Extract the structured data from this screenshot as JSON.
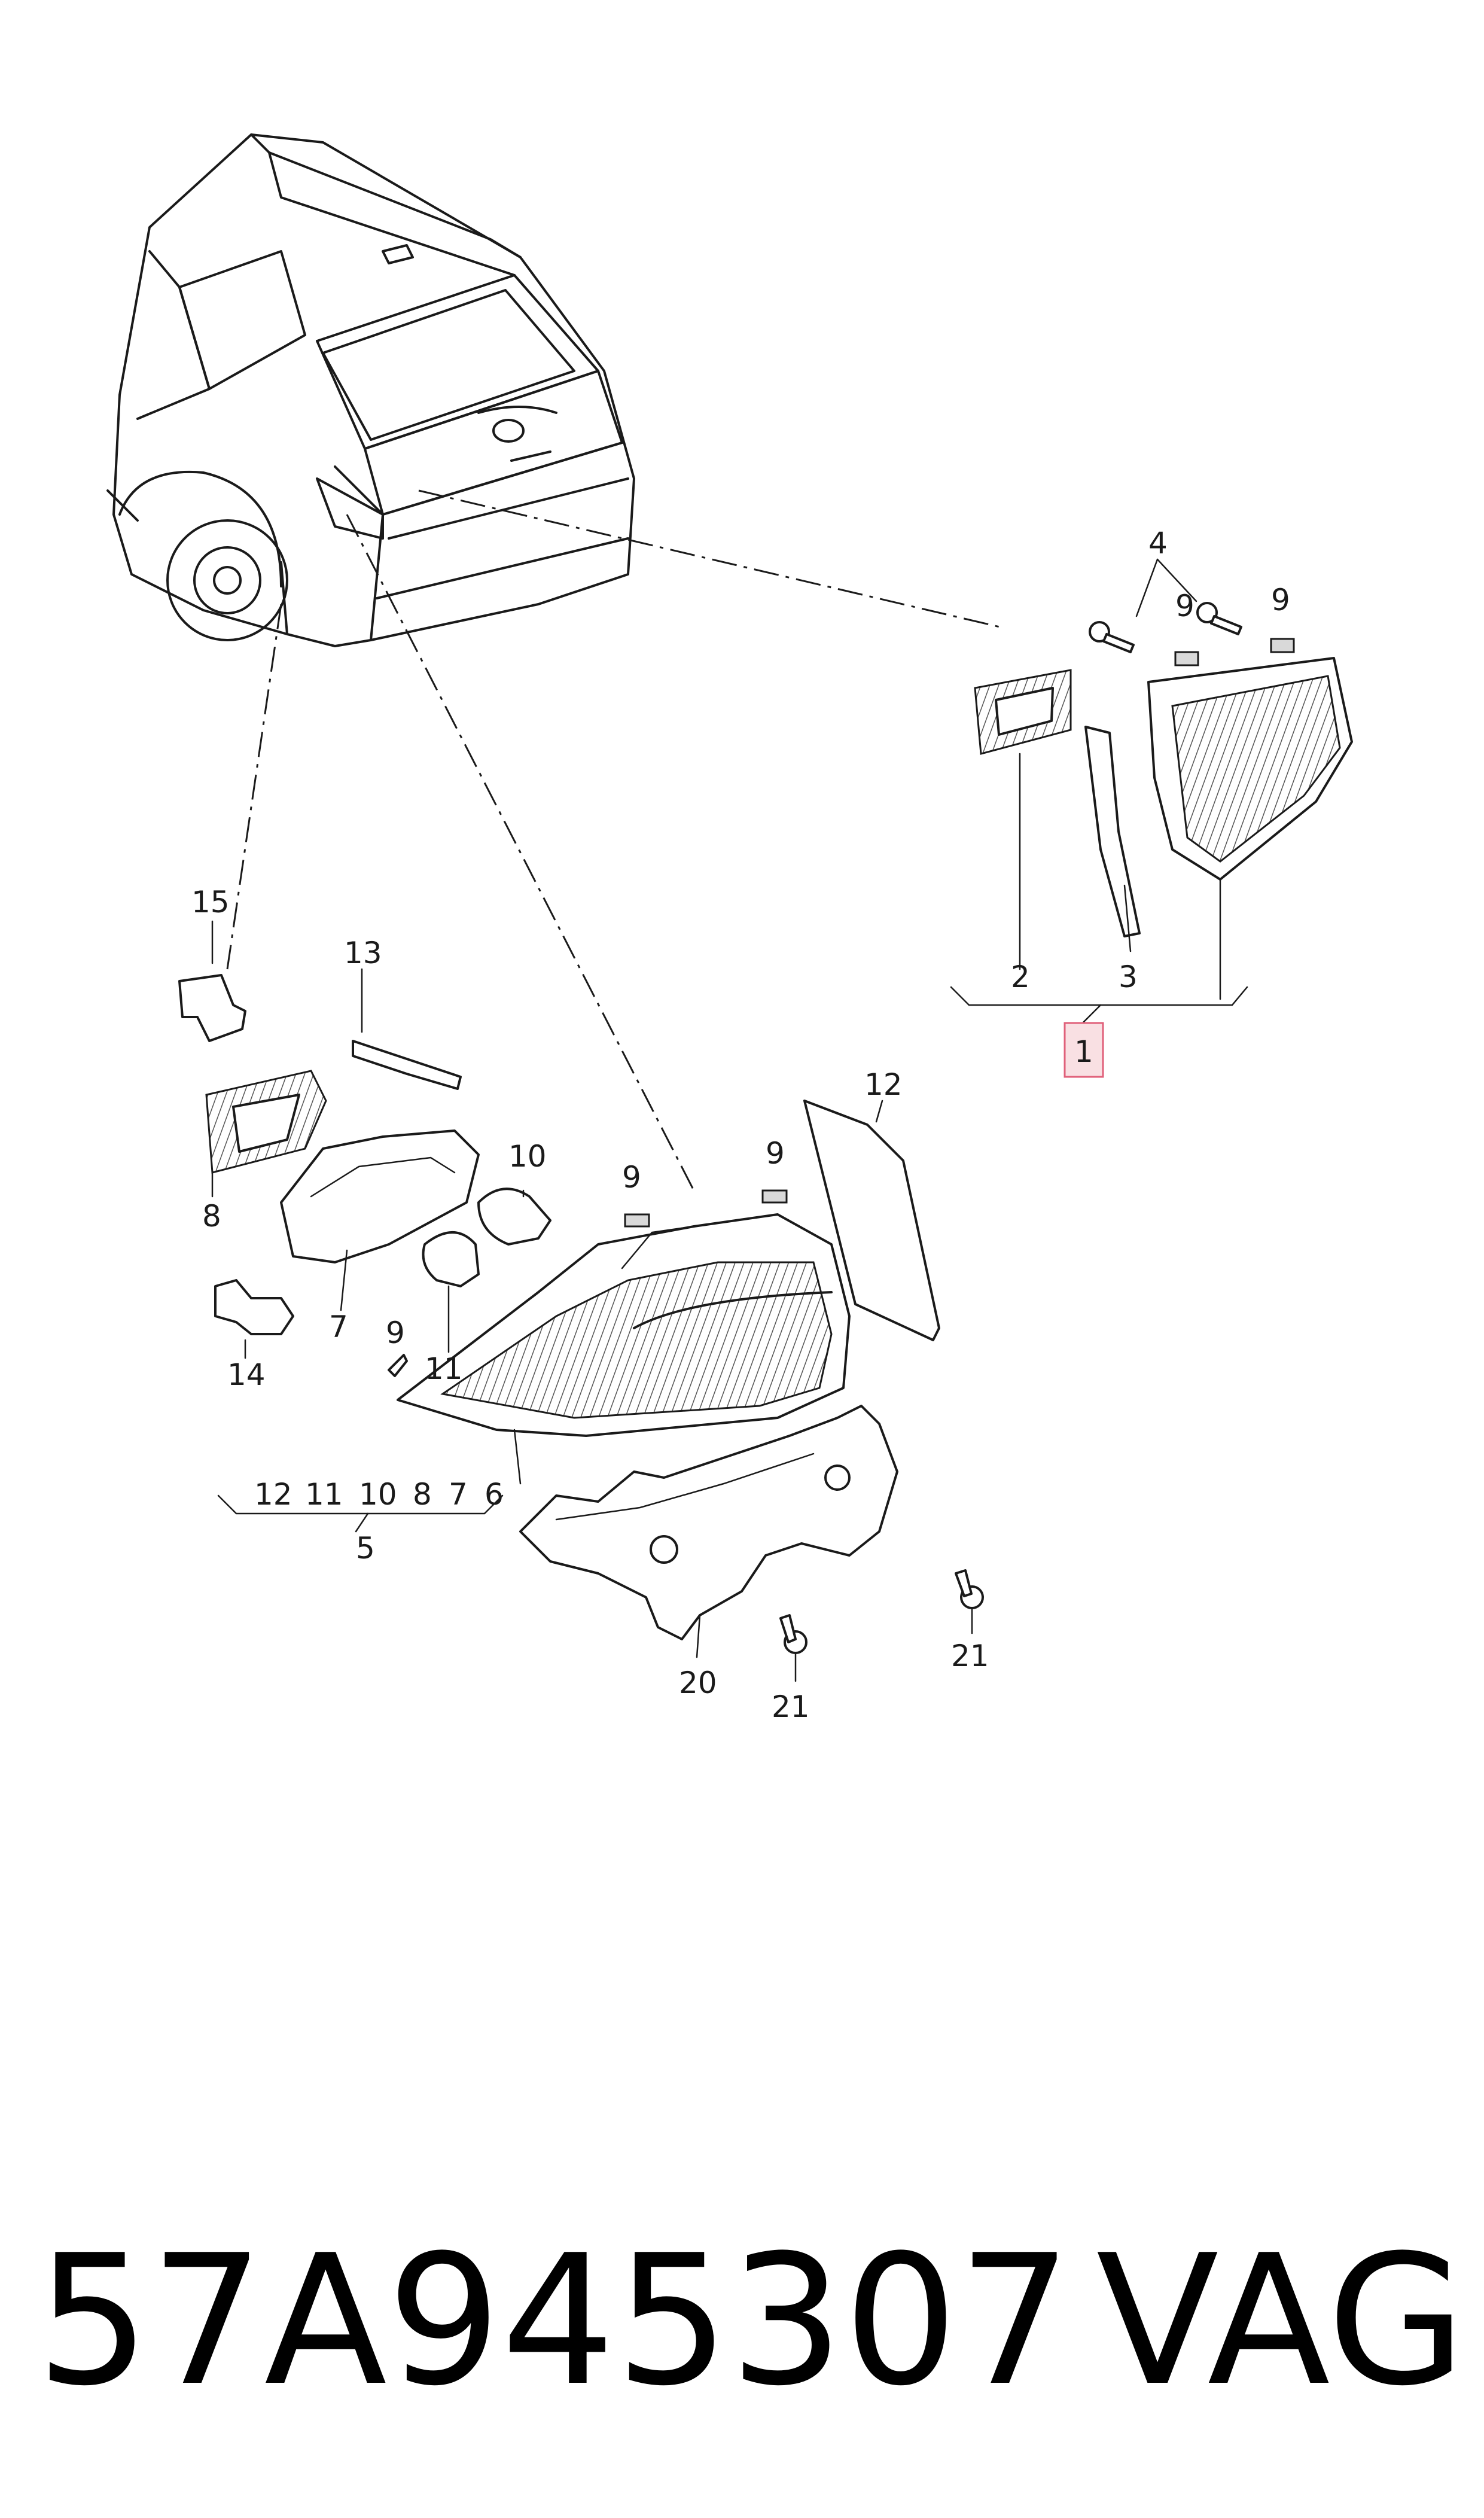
{
  "callouts": {
    "c1": "1",
    "c2": "2",
    "c3": "3",
    "c4": "4",
    "c9a": "9",
    "c9b": "9",
    "c9c": "9",
    "c9d": "9",
    "c9e": "9",
    "c15": "15",
    "c13": "13",
    "c8": "8",
    "c10": "10",
    "c7": "7",
    "c11": "11",
    "c14": "14",
    "c12": "12",
    "group5": [
      "12",
      "11",
      "10",
      "8",
      "7",
      "6"
    ],
    "c5": "5",
    "c20": "20",
    "c21a": "21",
    "c21b": "21"
  },
  "footer": {
    "part_number": "57A945307",
    "brand": "VAG"
  },
  "colors": {
    "line": "#1a1a1a",
    "highlight_fill": "#f9e0e3",
    "highlight_stroke": "#e0607a"
  }
}
